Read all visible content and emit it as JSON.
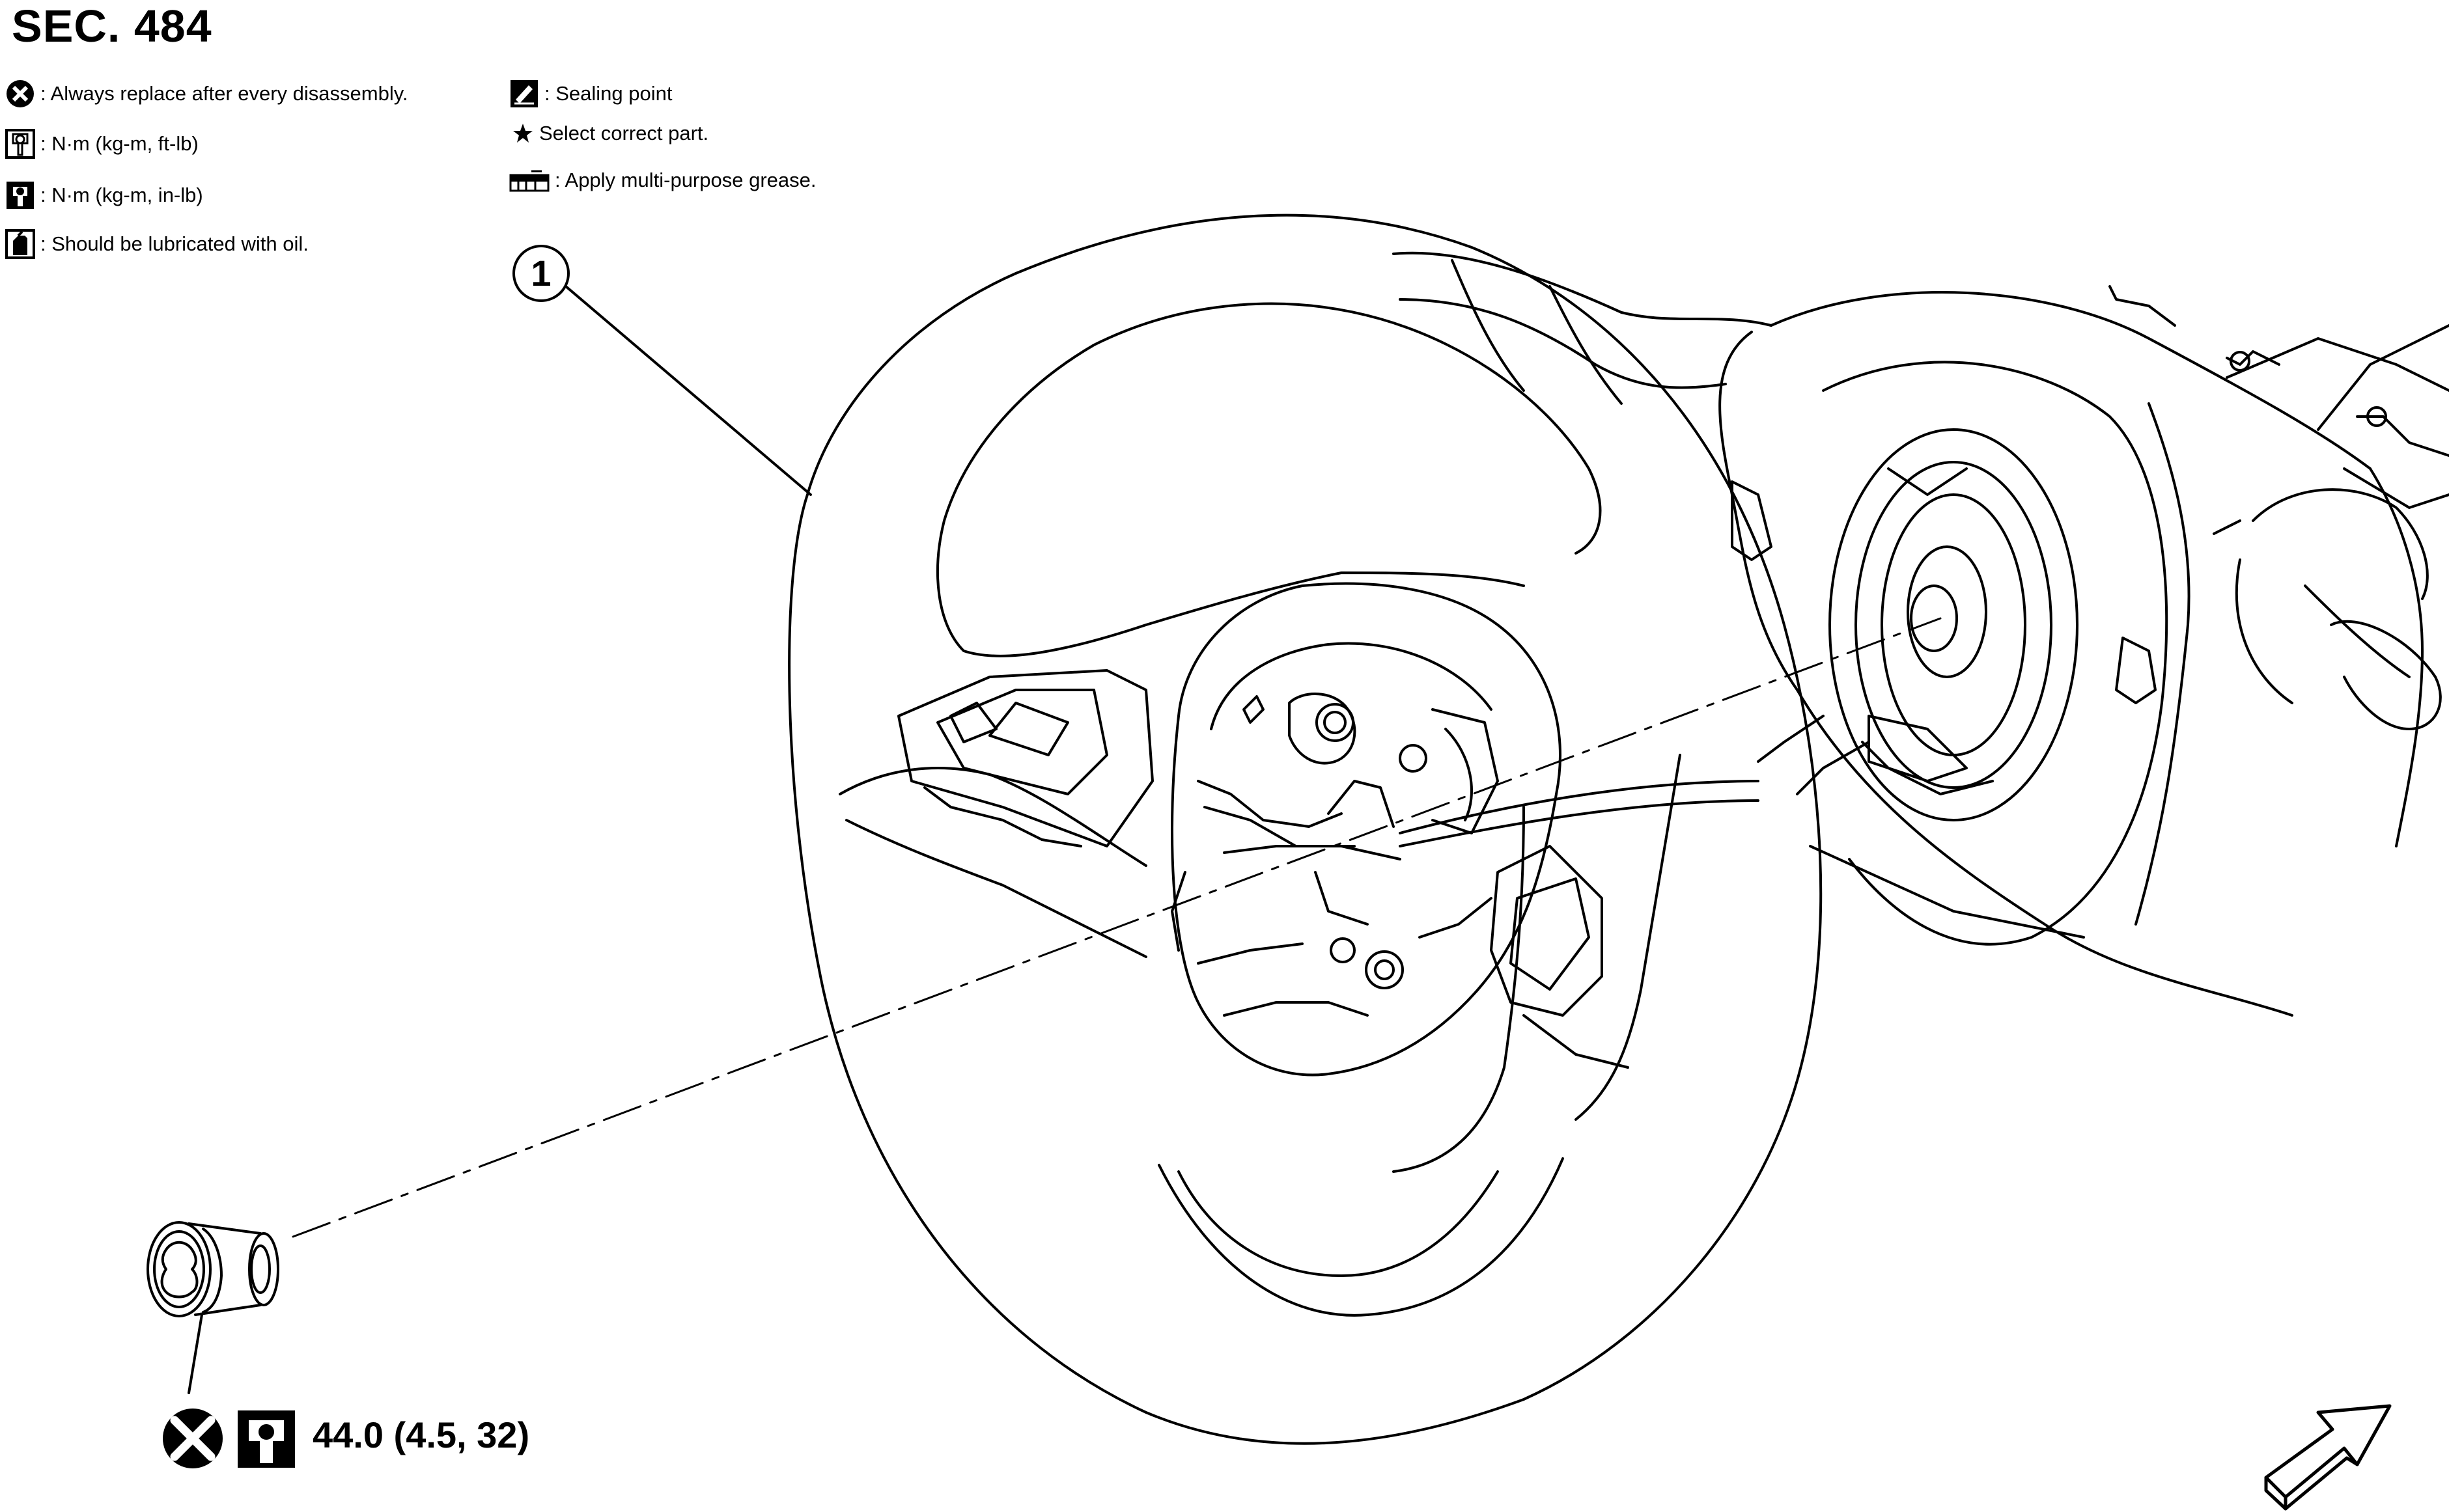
{
  "title": "SEC. 484",
  "legend_left": [
    {
      "icon": "always-replace-icon",
      "text": ": Always replace after every disassembly."
    },
    {
      "icon": "torque-ft-lb-icon",
      "text": ": N·m (kg-m, ft-lb)"
    },
    {
      "icon": "torque-in-lb-icon",
      "text": ": N·m (kg-m, in-lb)"
    },
    {
      "icon": "oil-lubricate-icon",
      "text": ": Should be lubricated with oil."
    }
  ],
  "legend_right": [
    {
      "icon": "sealing-point-icon",
      "text": ": Sealing point"
    },
    {
      "icon": "star-icon",
      "text": "Select correct part."
    },
    {
      "icon": "grease-icon",
      "text": ": Apply multi-purpose grease."
    }
  ],
  "callout": {
    "number": "1",
    "part": "steering-wheel"
  },
  "torque_spec": "44.0 (4.5, 32)",
  "colors": {
    "line": "#000000",
    "background": "#ffffff"
  }
}
